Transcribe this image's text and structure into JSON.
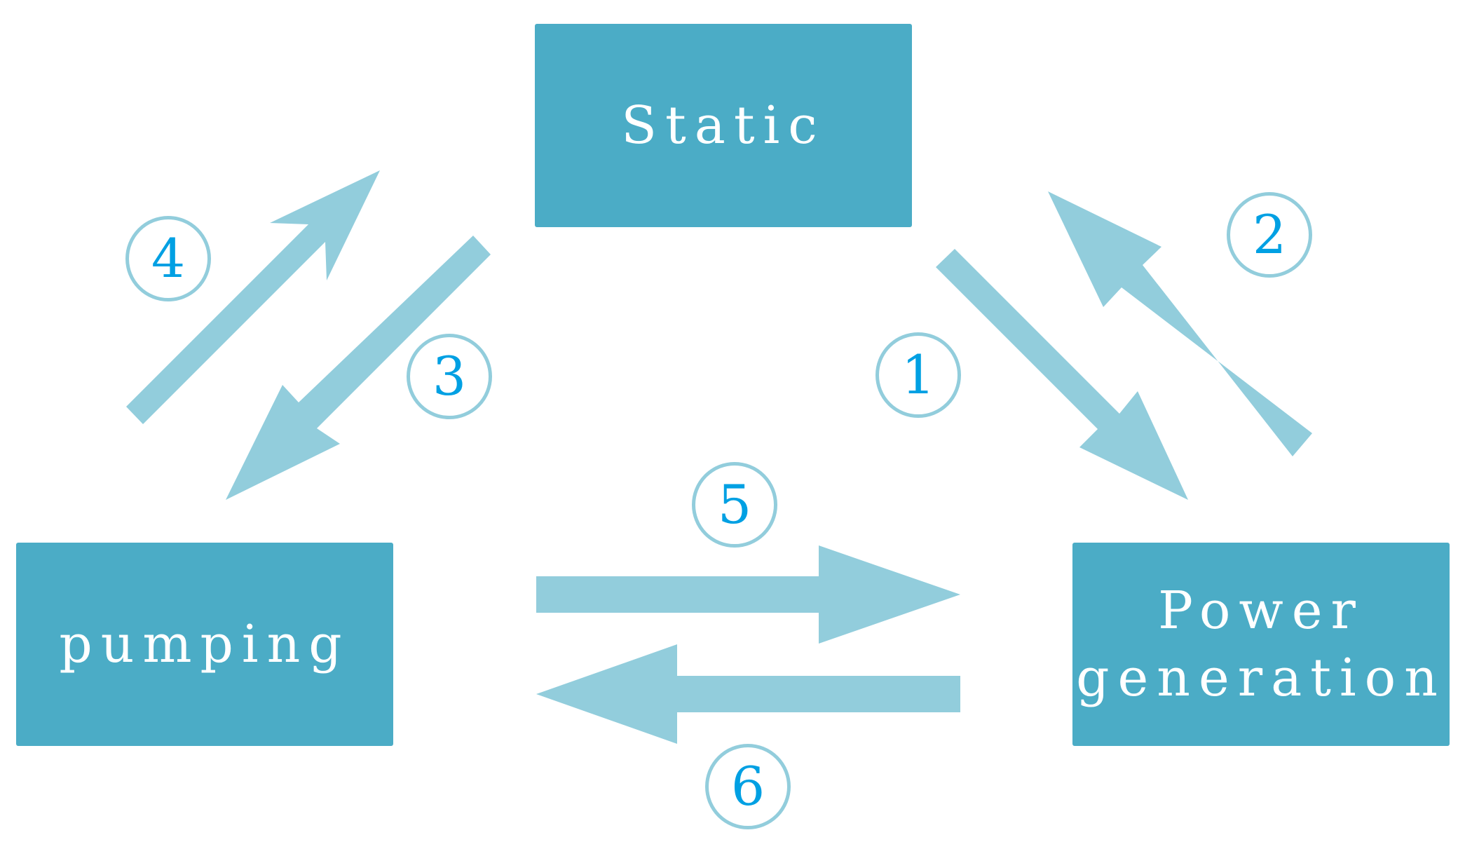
{
  "states": {
    "static": {
      "line1": "Static",
      "line2": ""
    },
    "pumping": {
      "line1": "pumping",
      "line2": ""
    },
    "power_generation": {
      "line1": "Power",
      "line2": "generation"
    }
  },
  "transitions": [
    {
      "label": "1",
      "from": "Static",
      "to": "Power generation"
    },
    {
      "label": "2",
      "from": "Power generation",
      "to": "Static"
    },
    {
      "label": "3",
      "from": "Static",
      "to": "pumping"
    },
    {
      "label": "4",
      "from": "pumping",
      "to": "Static"
    },
    {
      "label": "5",
      "from": "pumping",
      "to": "Power generation"
    },
    {
      "label": "6",
      "from": "Power generation",
      "to": "pumping"
    }
  ],
  "colors": {
    "box_fill": "#4BACC6",
    "box_text": "#FFFFFF",
    "arrow_fill": "#92CDDC",
    "badge_border": "#92CDDC",
    "badge_text": "#00A0E3"
  }
}
